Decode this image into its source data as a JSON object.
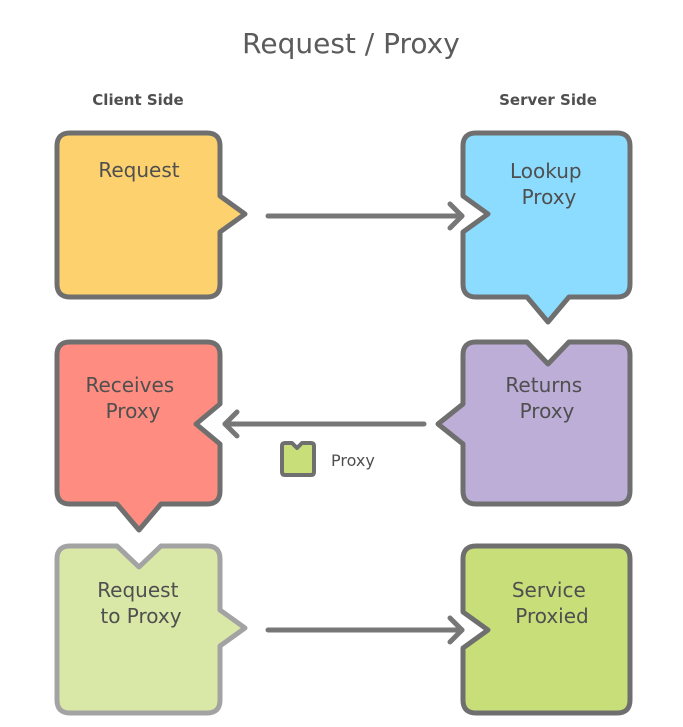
{
  "title": "Request / Proxy",
  "labels": {
    "client_side": "Client Side",
    "server_side": "Server Side"
  },
  "boxes": {
    "request": {
      "lines": [
        "Request"
      ],
      "fill": "#fdd26e",
      "stroke": "#6f6f6f"
    },
    "lookup_proxy": {
      "lines": [
        "Lookup",
        "Proxy"
      ],
      "fill": "#8bdcff",
      "stroke": "#6f6f6f"
    },
    "receives_proxy": {
      "lines": [
        "Receives",
        "Proxy"
      ],
      "fill": "#ff8c80",
      "stroke": "#6f6f6f"
    },
    "returns_proxy": {
      "lines": [
        "Returns",
        "Proxy"
      ],
      "fill": "#bdaed8",
      "stroke": "#6f6f6f"
    },
    "request_to_proxy": {
      "lines": [
        "Request",
        "to Proxy"
      ],
      "fill": "#d9e8a7",
      "stroke": "#a3a3a3"
    },
    "service_proxied": {
      "lines": [
        "Service",
        "Proxied"
      ],
      "fill": "#c8de79",
      "stroke": "#6f6f6f"
    }
  },
  "legend": {
    "label": "Proxy",
    "fill": "#c8de79",
    "stroke": "#6f6f6f"
  },
  "arrow_color": "#777777"
}
